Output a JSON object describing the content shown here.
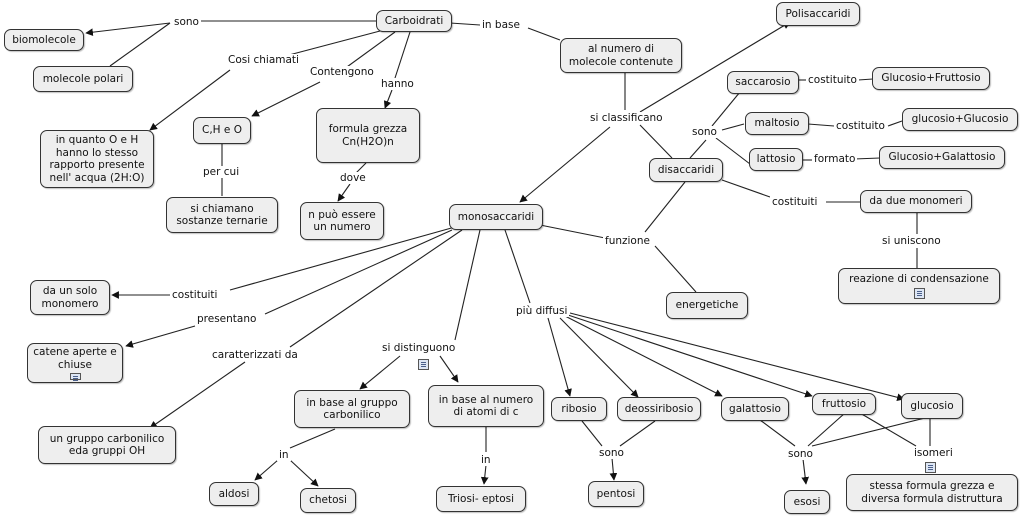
{
  "nodes": {
    "carboidrati": "Carboidrati",
    "biomolecole": "biomolecole",
    "molecole_polari": "molecole polari",
    "in_quanto": "in quanto O e H hanno lo stesso rapporto presente nell' acqua (2H:O)",
    "chao": "C,H e O",
    "si_chiamano": "si chiamano sostanze ternarie",
    "formula_grezza": "formula grezza Cn(H2O)n",
    "n_puo": "n può essere un numero",
    "al_numero": "al numero di molecole contenute",
    "polisaccaridi": "Polisaccaridi",
    "saccarosio": "saccarosio",
    "maltosio": "maltosio",
    "lattosio": "lattosio",
    "glucosio_fruttosio": "Glucosio+Fruttosio",
    "glucosio_glucosio": "glucosio+Glucosio",
    "glucosio_galattosio": "Glucosio+Galattosio",
    "disaccaridi": "disaccaridi",
    "da_due_monomeri": "da due monomeri",
    "reazione_condensazione": "reazione di condensazione",
    "monosaccaridi": "monosaccaridi",
    "energetiche": "energetiche",
    "da_un_solo": "da un solo monomero",
    "catene_aperte": "catene aperte e chiuse",
    "gruppo_carbonilico_oh": "un gruppo carbonilico eda gruppi OH",
    "in_base_gruppo": "in base al gruppo carbonilico",
    "in_base_numero": "in base al numero di atomi di c",
    "ribosio": "ribosio",
    "deossiribosio": "deossiribosio",
    "galattosio": "galattosio",
    "fruttosio": "fruttosio",
    "glucosio": "glucosio",
    "aldosi": "aldosi",
    "chetosi": "chetosi",
    "triosi": "Triosi- eptosi",
    "pentosi": "pentosi",
    "esosi": "esosi",
    "stessa_formula": "stessa formula grezza e diversa formula distruttura"
  },
  "links": {
    "sono1": "sono",
    "cosi_chiamati": "Cosi chiamati",
    "contengono": "Contengono",
    "hanno": "hanno",
    "in_base": "in base",
    "per_cui": "per cui",
    "dove": "dove",
    "si_classificano": "si classificano",
    "costituito1": "costituito",
    "costituito2": "costituito",
    "formato": "formato",
    "sono2": "sono",
    "costituiti1": "costituiti",
    "si_uniscono": "si uniscono",
    "funzione": "funzione",
    "costituiti2": "costituiti",
    "presentano": "presentano",
    "caratterizzati_da": "caratterizzati da",
    "si_distinguono": "si distinguono",
    "piu_diffusi": "più diffusi",
    "in1": "in",
    "in2": "in",
    "sono3": "sono",
    "sono4": "sono",
    "isomeri": "isomeri"
  },
  "colors": {
    "node_fill": "#eeeeee",
    "node_border": "#333333",
    "line": "#222222"
  },
  "icons": [
    "resource-icon"
  ]
}
